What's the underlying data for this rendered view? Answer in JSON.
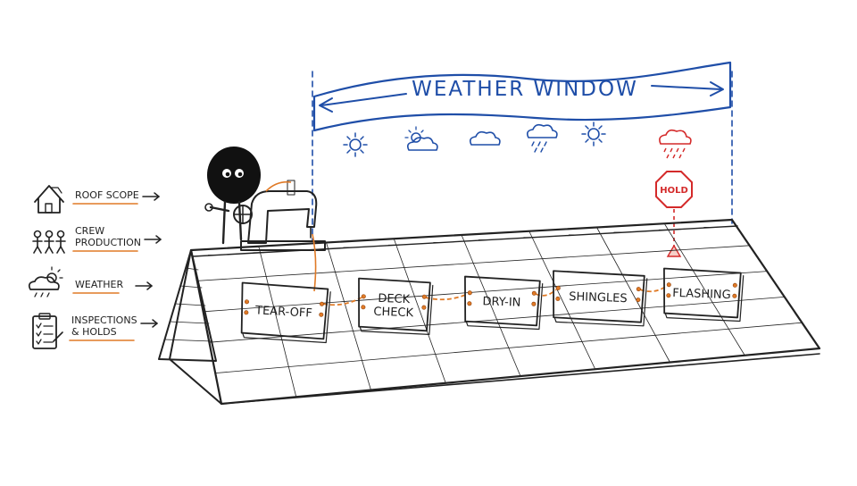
{
  "weather_window": {
    "title": "WEATHER WINDOW",
    "forecast_icons": [
      "sun-icon",
      "partly-cloudy-icon",
      "cloud-icon",
      "rain-cloud-icon",
      "sun-icon",
      "storm-rain-icon"
    ]
  },
  "hold_sign": {
    "label": "HOLD"
  },
  "inputs": [
    {
      "label_lines": [
        "ROOF SCOPE"
      ],
      "icon": "house-icon"
    },
    {
      "label_lines": [
        "CREW",
        "PRODUCTION"
      ],
      "icon": "crew-icon"
    },
    {
      "label_lines": [
        "WEATHER"
      ],
      "icon": "weather-icon"
    },
    {
      "label_lines": [
        "INSPECTIONS",
        "& HOLDS"
      ],
      "icon": "clipboard-icon"
    }
  ],
  "phases": [
    {
      "label_lines": [
        "TEAR-OFF"
      ]
    },
    {
      "label_lines": [
        "DECK",
        "CHECK"
      ]
    },
    {
      "label_lines": [
        "DRY-IN"
      ]
    },
    {
      "label_lines": [
        "SHINGLES"
      ]
    },
    {
      "label_lines": [
        "FLASHING"
      ]
    }
  ],
  "colors": {
    "ink": "#222222",
    "weather_blue": "#1f4ea8",
    "thread_orange": "#e07a26",
    "hold_red": "#d42a2a"
  }
}
